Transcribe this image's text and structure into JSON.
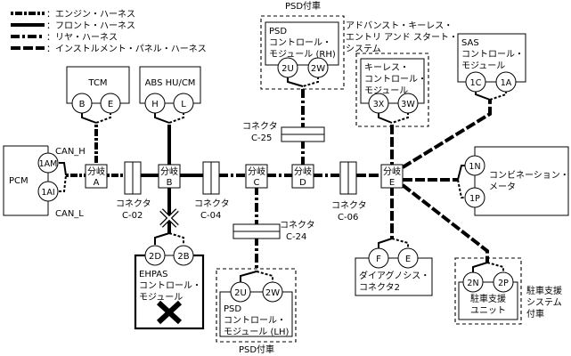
{
  "legend": [
    {
      "style": "engine",
      "label": "：エンジン・ハーネス"
    },
    {
      "style": "front",
      "label": "：フロント・ハーネス"
    },
    {
      "style": "rear",
      "label": "：リヤ・ハーネス"
    },
    {
      "style": "inst",
      "label": "：インストルメント・パネル・ハーネス"
    }
  ],
  "modules": {
    "tcm": {
      "name": "TCM",
      "pins": [
        "B",
        "E"
      ]
    },
    "abs": {
      "name": "ABS HU/CM",
      "pins": [
        "H",
        "L"
      ]
    },
    "pcm": {
      "name": "PCM",
      "pins": [
        "1AM",
        "1AI"
      ],
      "can_h": "CAN_H",
      "can_l": "CAN_L"
    },
    "ehpas": {
      "lines": [
        "EHPAS",
        "コントロール・",
        "モジュール"
      ],
      "pins": [
        "2D",
        "2B"
      ],
      "status": "disconnected"
    },
    "psd_rh": {
      "lines": [
        "PSD",
        "コントロール・",
        "モジュール (RH)"
      ],
      "pins": [
        "2U",
        "2W"
      ],
      "option_label": "PSD付車"
    },
    "psd_lh": {
      "lines": [
        "PSD",
        "コントロール・",
        "モジュール (LH)"
      ],
      "pins": [
        "2U",
        "2W"
      ],
      "option_label": "PSD付車"
    },
    "keyless": {
      "lines": [
        "キーレス・",
        "コントロール・",
        "モジュール"
      ],
      "pins": [
        "3X",
        "3W"
      ],
      "option_lines": [
        "アドバンスト・キーレス・",
        "エントリ アンド スタート・",
        "システム"
      ]
    },
    "sas": {
      "lines": [
        "SAS",
        "コントロール・",
        "モジュール"
      ],
      "pins": [
        "1C",
        "1A"
      ]
    },
    "meter": {
      "lines": [
        "コンビネーション・",
        "メータ"
      ],
      "pins": [
        "1N",
        "1P"
      ]
    },
    "dlc": {
      "lines": [
        "ダイアグノシス・",
        "コネクタ2"
      ],
      "pins": [
        "F",
        "E"
      ]
    },
    "park": {
      "lines": [
        "駐車支援",
        "ユニット"
      ],
      "pins": [
        "2N",
        "2P"
      ],
      "option_lines": [
        "駐車支援",
        "システム",
        "付車"
      ]
    }
  },
  "junctions": [
    {
      "label": "分岐",
      "id": "A"
    },
    {
      "label": "分岐",
      "id": "B"
    },
    {
      "label": "分岐",
      "id": "C"
    },
    {
      "label": "分岐",
      "id": "D"
    },
    {
      "label": "分岐",
      "id": "E"
    }
  ],
  "connectors": [
    {
      "label": "コネクタ",
      "id": "C-02"
    },
    {
      "label": "コネクタ",
      "id": "C-04"
    },
    {
      "label": "コネクタ",
      "id": "C-06"
    },
    {
      "label": "コネクタ",
      "id": "C-24"
    },
    {
      "label": "コネクタ",
      "id": "C-25"
    }
  ]
}
